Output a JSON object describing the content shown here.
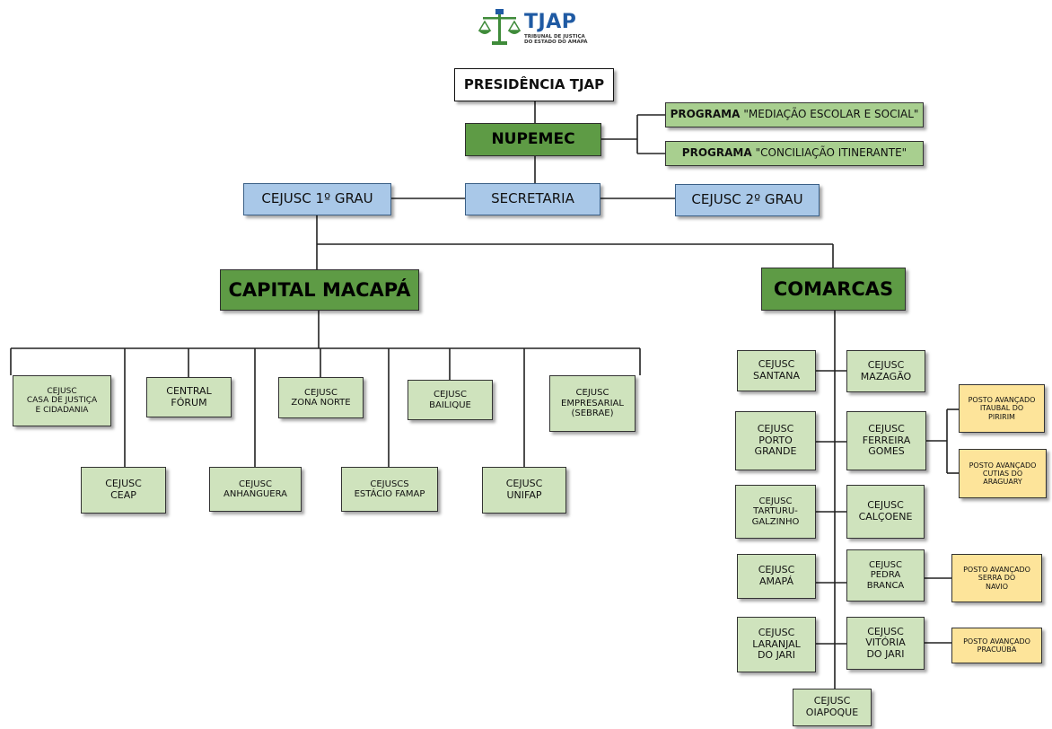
{
  "logo": {
    "name": "TJAP",
    "line1": "TRIBUNAL DE JUSTIÇA",
    "line2": "DO ESTADO DO AMAPÁ"
  },
  "presidencia": "PRESIDÊNCIA TJAP",
  "nupemec": "NUPEMEC",
  "programs": [
    {
      "prefix": "PROGRAMA",
      "name": "\"MEDIAÇÃO ESCOLAR E SOCIAL\""
    },
    {
      "prefix": "PROGRAMA",
      "name": "\"CONCILIAÇÃO ITINERANTE\""
    }
  ],
  "secretaria": "SECRETARIA",
  "cejusc1": "CEJUSC 1º GRAU",
  "cejusc2": "CEJUSC 2º GRAU",
  "capital": {
    "title": "CAPITAL MACAPÁ",
    "top_row": [
      {
        "lines": [
          "CEJUSC",
          "CASA DE JUSTIÇA",
          "E CIDADANIA"
        ]
      },
      {
        "lines": [
          "CENTRAL",
          "FÓRUM"
        ]
      },
      {
        "lines": [
          "CEJUSC",
          "ZONA NORTE"
        ]
      },
      {
        "lines": [
          "CEJUSC",
          "BAILIQUE"
        ]
      },
      {
        "lines": [
          "CEJUSC",
          "EMPRESARIAL",
          "(SEBRAE)"
        ]
      }
    ],
    "bottom_row": [
      {
        "lines": [
          "CEJUSC",
          "CEAP"
        ]
      },
      {
        "lines": [
          "CEJUSC",
          "ANHANGUERA"
        ]
      },
      {
        "lines": [
          "CEJUSCS",
          "ESTÁCIO FAMAP"
        ]
      },
      {
        "lines": [
          "CEJUSC",
          "UNIFAP"
        ]
      }
    ]
  },
  "comarcas": {
    "title": "COMARCAS",
    "left": [
      {
        "lines": [
          "CEJUSC",
          "SANTANA"
        ]
      },
      {
        "lines": [
          "CEJUSC",
          "PORTO",
          "GRANDE"
        ]
      },
      {
        "lines": [
          "CEJUSC",
          "TARTURU-",
          "GALZINHO"
        ]
      },
      {
        "lines": [
          "CEJUSC",
          "AMAPÁ"
        ]
      },
      {
        "lines": [
          "CEJUSC",
          "LARANJAL",
          "DO JARI"
        ]
      }
    ],
    "right": [
      {
        "lines": [
          "CEJUSC",
          "MAZAGÃO"
        ]
      },
      {
        "lines": [
          "CEJUSC",
          "FERREIRA",
          "GOMES"
        ]
      },
      {
        "lines": [
          "CEJUSC",
          "CALÇOENE"
        ]
      },
      {
        "lines": [
          "CEJUSC",
          "PEDRA",
          "BRANCA"
        ]
      },
      {
        "lines": [
          "CEJUSC",
          "VITÓRIA",
          "DO JARI"
        ]
      }
    ],
    "bottom": {
      "lines": [
        "CEJUSC",
        "OIAPOQUE"
      ]
    },
    "postos": [
      {
        "lines": [
          "POSTO AVANÇADO",
          "ITAUBAL DO",
          "PIRIRIM"
        ]
      },
      {
        "lines": [
          "POSTO AVANÇADO",
          "CUTIAS DO",
          "ARAGUARY"
        ]
      },
      {
        "lines": [
          "POSTO AVANÇADO",
          "SERRA DO",
          "NAVIO"
        ]
      },
      {
        "lines": [
          "POSTO AVANÇADO",
          "PRACUÚBA"
        ]
      }
    ]
  },
  "colors": {
    "dark_green": "#5e9b45",
    "program_green": "#a8cf8f",
    "light_green": "#cfe3bd",
    "blue": "#a9c8e8",
    "yellow": "#fde49a",
    "logo_blue": "#1f5aa3"
  }
}
